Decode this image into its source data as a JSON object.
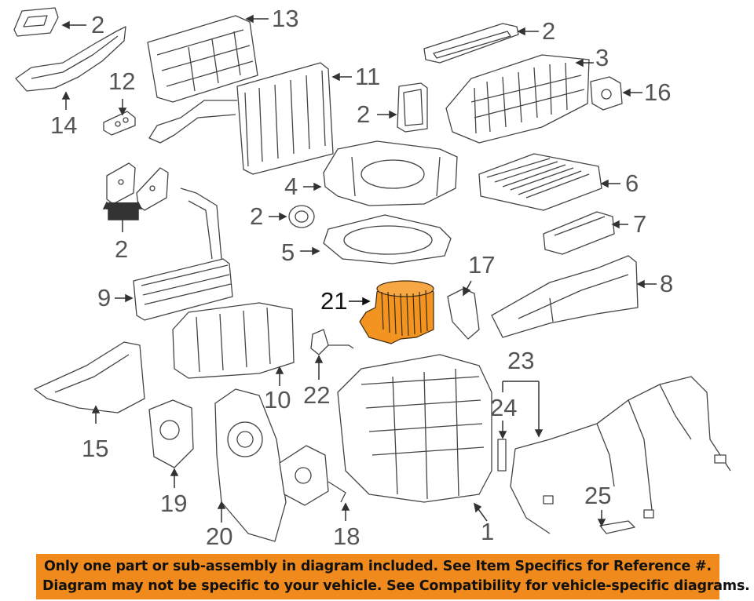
{
  "callouts": [
    {
      "id": "c2a",
      "label": "2"
    },
    {
      "id": "c13",
      "label": "13"
    },
    {
      "id": "c2b",
      "label": "2"
    },
    {
      "id": "c3",
      "label": "3"
    },
    {
      "id": "c12",
      "label": "12"
    },
    {
      "id": "c11",
      "label": "11"
    },
    {
      "id": "c2c",
      "label": "2"
    },
    {
      "id": "c16",
      "label": "16"
    },
    {
      "id": "c14",
      "label": "14"
    },
    {
      "id": "c4",
      "label": "4"
    },
    {
      "id": "c6",
      "label": "6"
    },
    {
      "id": "c2d",
      "label": "2"
    },
    {
      "id": "c7",
      "label": "7"
    },
    {
      "id": "c5",
      "label": "5"
    },
    {
      "id": "c2e",
      "label": "2"
    },
    {
      "id": "c17",
      "label": "17"
    },
    {
      "id": "c8",
      "label": "8"
    },
    {
      "id": "c21",
      "label": "21"
    },
    {
      "id": "c9",
      "label": "9"
    },
    {
      "id": "c23",
      "label": "23"
    },
    {
      "id": "c22",
      "label": "22"
    },
    {
      "id": "c10",
      "label": "10"
    },
    {
      "id": "c24",
      "label": "24"
    },
    {
      "id": "c15",
      "label": "15"
    },
    {
      "id": "c19",
      "label": "19"
    },
    {
      "id": "c25",
      "label": "25"
    },
    {
      "id": "c1",
      "label": "1"
    },
    {
      "id": "c20",
      "label": "20"
    },
    {
      "id": "c18",
      "label": "18"
    }
  ],
  "highlight_color": "#f2941f",
  "banner": {
    "line1": "Only one part or sub-assembly in diagram included. See Item Specifics for Reference #.",
    "line2": "Diagram may not be specific to your vehicle. See Compatibility for vehicle-specific diagrams.",
    "background": "#f08a1c"
  }
}
